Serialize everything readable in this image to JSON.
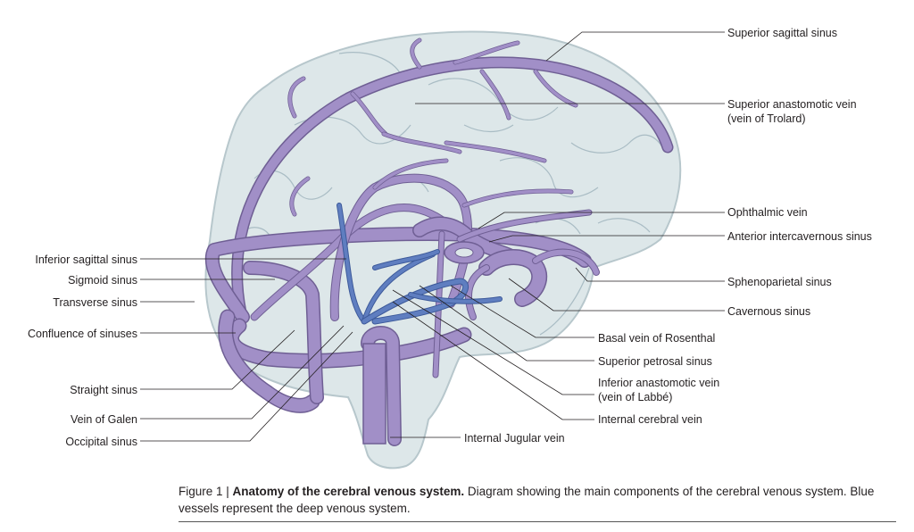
{
  "labels": {
    "superior_sagittal_sinus": "Superior sagittal sinus",
    "superior_anastomotic_vein_1": "Superior anastomotic vein",
    "superior_anastomotic_vein_2": "(vein of Trolard)",
    "ophthalmic_vein": "Ophthalmic vein",
    "anterior_intercavernous_sinus": "Anterior intercavernous sinus",
    "sphenoparietal_sinus": "Sphenoparietal sinus",
    "cavernous_sinus": "Cavernous sinus",
    "basal_vein_of_rosenthal": "Basal vein of Rosenthal",
    "superior_petrosal_sinus": "Superior petrosal sinus",
    "inferior_anastomotic_vein_1": "Inferior anastomotic vein",
    "inferior_anastomotic_vein_2": "(vein of Labbé)",
    "internal_cerebral_vein": "Internal cerebral vein",
    "internal_jugular_vein": "Internal Jugular vein",
    "inferior_sagittal_sinus": "Inferior sagittal sinus",
    "sigmoid_sinus": "Sigmoid sinus",
    "transverse_sinus": "Transverse sinus",
    "confluence_of_sinuses": "Confluence of sinuses",
    "straight_sinus": "Straight sinus",
    "vein_of_galen": "Vein of Galen",
    "occipital_sinus": "Occipital sinus"
  },
  "caption": {
    "prefix": "Figure 1 | ",
    "title": "Anatomy of the cerebral venous system.",
    "body": " Diagram showing the main components of the cerebral venous system. Blue vessels represent the deep venous system."
  },
  "colors": {
    "brain_fill": "#dde7e9",
    "brain_outline": "#b7c7cc",
    "superficial_vessels": "#a18fc7",
    "deep_vessels": "#5f7ec0"
  }
}
